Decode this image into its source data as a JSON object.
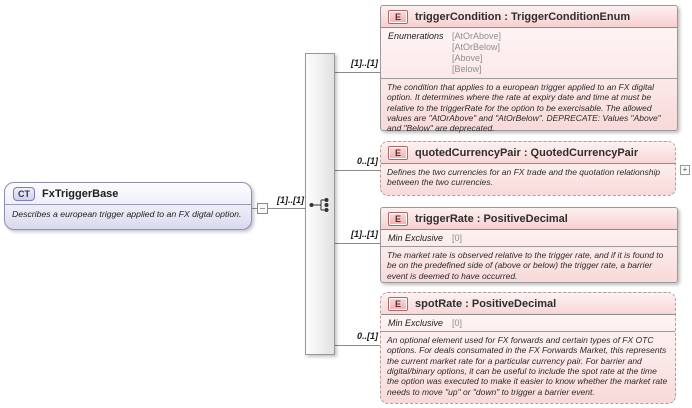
{
  "diagram": {
    "root": {
      "badge": "CT",
      "name": "FxTriggerBase",
      "doc": "Describes a european trigger applied to an FX digtal option.",
      "cardinality": "[1]..[1]"
    },
    "compositor": "sequence",
    "elements": [
      {
        "badge": "E",
        "title": "triggerCondition : TriggerConditionEnum",
        "cardinality": "[1]..[1]",
        "facet_label": "Enumerations",
        "enum_values": [
          "[AtOrAbove]",
          "[AtOrBelow]",
          "[Above]",
          "[Below]"
        ],
        "doc": "The condition that applies to a european trigger applied to an FX digital option. It determines where the rate at expiry date and time at must be relative to the triggerRate for the option to be exercisable. The allowed values are \"AtOrAbove\" and \"AtOrBelow\". DEPRECATE: Values \"Above\" and \"Below\" are deprecated."
      },
      {
        "badge": "E",
        "title": "quotedCurrencyPair : QuotedCurrencyPair",
        "cardinality": "0..[1]",
        "doc": "Defines the two currencies for an FX trade and the quotation relationship between the two currencies.",
        "expand_label": "+"
      },
      {
        "badge": "E",
        "title": "triggerRate : PositiveDecimal",
        "cardinality": "[1]..[1]",
        "facet_label": "Min Exclusive",
        "facet_value": "[0]",
        "doc": "The market rate is observed relative to the trigger rate, and if it is found to be on the predefined side of (above or below) the trigger rate, a barrier event is deemed to have occurred."
      },
      {
        "badge": "E",
        "title": "spotRate : PositiveDecimal",
        "cardinality": "0..[1]",
        "facet_label": "Min Exclusive",
        "facet_value": "[0]",
        "doc": "An optional element used for FX forwards and certain types of FX OTC options. For deals consumated in the FX Forwards Market, this represents the current market rate for a particular currency pair. For barrier and digital/binary options, it can be useful to include the spot rate at the time the option was executed to make it easier to know whether the market rate needs to move \"up\" or \"down\" to trigger a barrier event."
      }
    ],
    "colors": {
      "element_header": "#f8cfcf",
      "element_body": "#fceaea",
      "complex_type_fill": "#d9d9ef",
      "connector": "#8a8a8a"
    }
  }
}
